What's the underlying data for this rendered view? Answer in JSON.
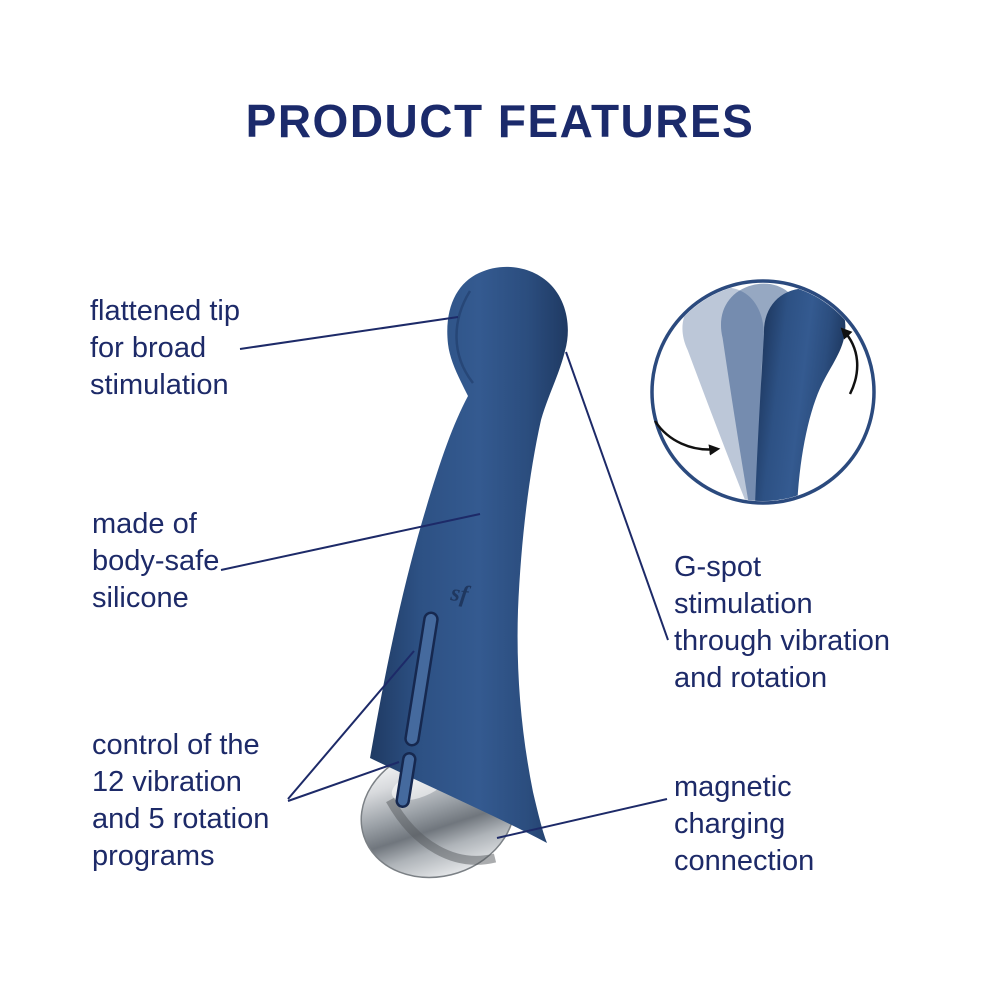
{
  "title": "PRODUCT FEATURES",
  "brand_mark": "sf",
  "annotations": {
    "flattened_tip": "flattened tip\nfor broad\nstimulation",
    "body_safe": "made of\nbody-safe\nsilicone",
    "controls": "control of the\n12 vibration\nand 5 rotation\nprograms",
    "g_spot": "G-spot\nstimulation\nthrough vibration\nand rotation",
    "magnetic": "magnetic\ncharging\nconnection"
  },
  "icons": {
    "rotation_arrows": "circular-rotation-arrows",
    "inset": "rotating-tip-detail-circle"
  },
  "colors": {
    "heading_navy": "#1b2a6b",
    "label_navy": "#1d2a68",
    "device_blue": "#2e5286",
    "device_blue_dark": "#1f3a63",
    "inset_ring_blue": "#2b4a7e",
    "chrome_silver": "#9aa0a6",
    "background": "#ffffff"
  }
}
